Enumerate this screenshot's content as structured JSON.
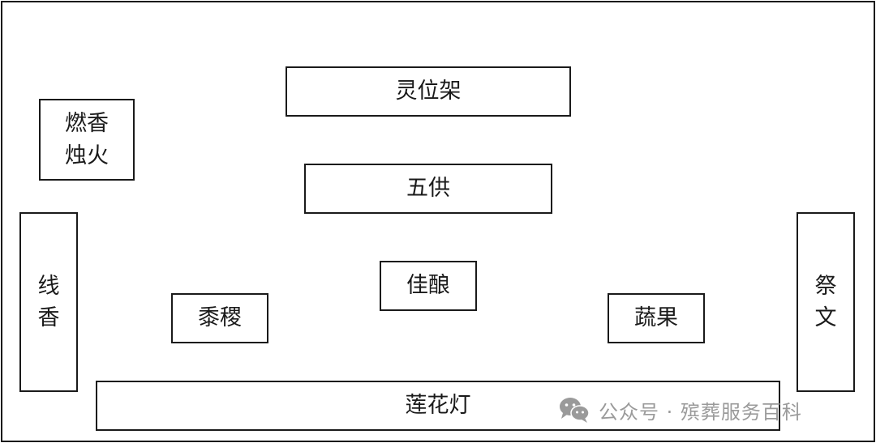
{
  "diagram": {
    "nodes": {
      "lingweijia": "灵位架",
      "ranxiang": "燃香\n烛火",
      "wugong": "五供",
      "xianxiang": "线\n香",
      "jiniang": "佳酿",
      "jiwen": "祭\n文",
      "shuji": "黍稷",
      "shuguo": "蔬果",
      "lianhuadeng": "莲花灯"
    }
  },
  "watermark": {
    "text": "公众号 · 殡葬服务百科",
    "icon": "wechat-icon"
  },
  "colors": {
    "line": "#1a1a1a",
    "background": "#ffffff",
    "watermark": "#9a9a9a"
  }
}
